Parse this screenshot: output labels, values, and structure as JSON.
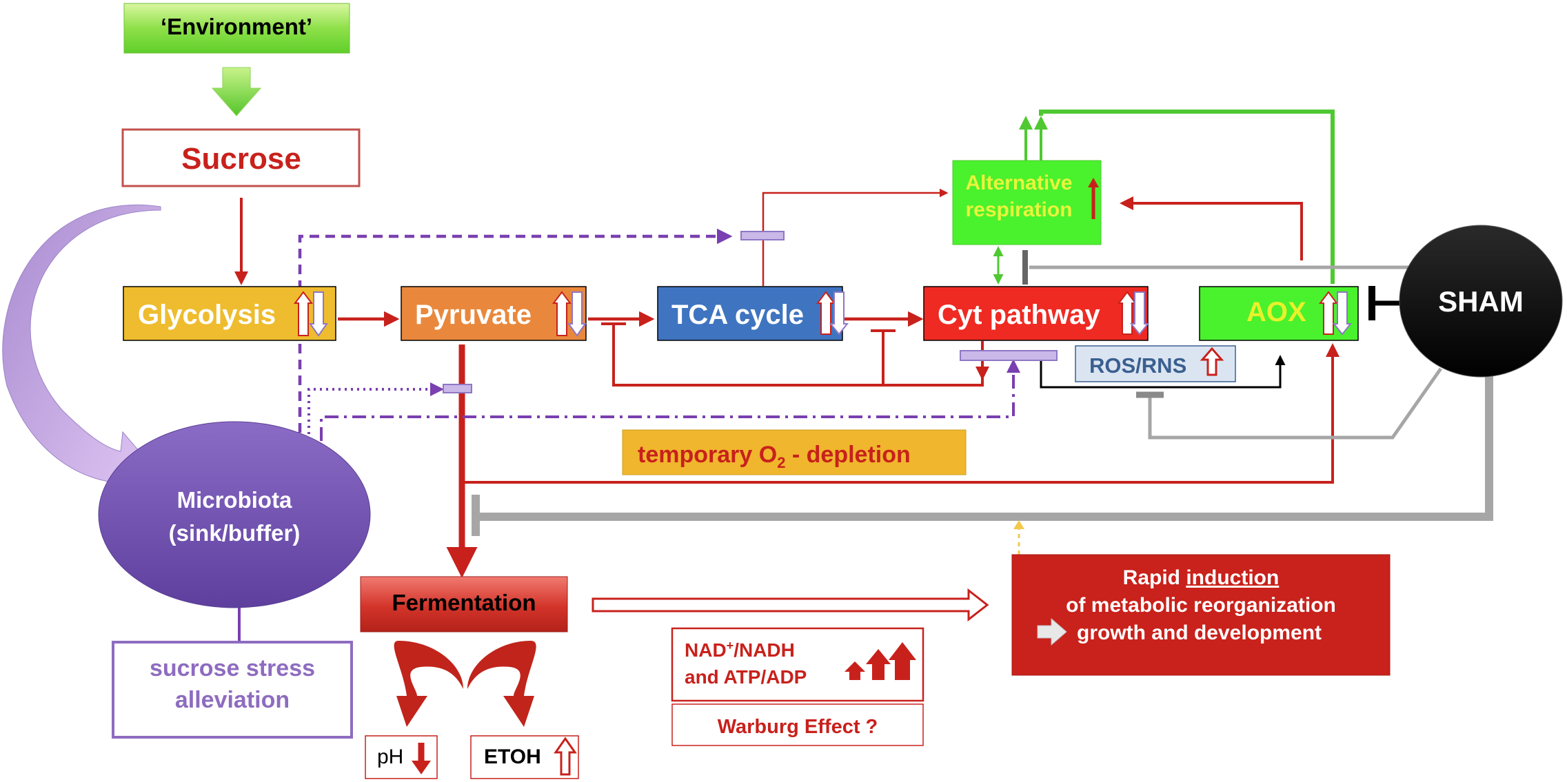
{
  "nodes": {
    "environment": "‘Environment’",
    "sucrose": "Sucrose",
    "glycolysis": "Glycolysis",
    "pyruvate": "Pyruvate",
    "tca": "TCA cycle",
    "cyt": "Cyt pathway",
    "aox": "AOX",
    "alt_line1": "Alternative",
    "alt_line2": "respiration",
    "sham": "SHAM",
    "ros": "ROS/RNS",
    "o2_prefix": "temporary O",
    "o2_sub": "2",
    "o2_suffix": " - depletion",
    "microbiota_line1": "Microbiota",
    "microbiota_line2": "(sink/buffer)",
    "sucrose_stress_line1": "sucrose stress",
    "sucrose_stress_line2": "alleviation",
    "fermentation": "Fermentation",
    "ph": "pH",
    "etoh": "ETOH",
    "nad_a": "NAD",
    "nad_sup": "+",
    "nad_b": "/NADH",
    "atp": "and ATP/ADP",
    "warburg": "Warburg Effect ?",
    "rapid_pre": "Rapid ",
    "rapid_underlined": "induction",
    "rapid_line2": "of metabolic reorganization",
    "rapid_line3": "growth and development"
  },
  "colors": {
    "red": "#c8211c",
    "dark_red": "#c0241b",
    "purple": "#7a3fb0",
    "light_purple": "#c9b8e8",
    "green": "#4fc832",
    "gray": "#a6a6a6",
    "glycolysis_fill": "#eebc2e",
    "pyruvate_fill": "#e9883c",
    "tca_fill": "#3f74c0",
    "cyt_fill": "#ef2a22",
    "aox_fill": "#4af12d",
    "aox_text": "#e9f12a",
    "alt_text": "#e9f53b",
    "o2_fill": "#f0b62d",
    "ros_fill": "#dbe5f2",
    "ros_text": "#3a5f8f",
    "microbiota_fill": "#7554b2",
    "rapid_fill": "#c9211b",
    "sham_fill": "#000000"
  }
}
